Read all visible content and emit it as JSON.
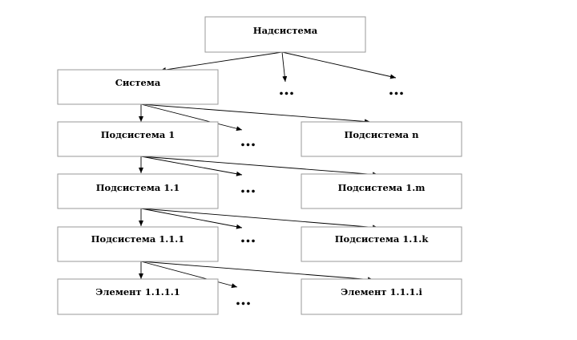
{
  "nodes": {
    "top": "Надсистема",
    "system": "Система",
    "sub1": "Подсистема 1",
    "subn": "Подсистема n",
    "sub11": "Подсистема 1.1",
    "sub1m": "Подсистема 1.m",
    "sub111": "Подсистема 1.1.1",
    "sub11k": "Подсистема 1.1.k",
    "el1111": "Элемент 1.1.1.1",
    "el111i": "Элемент 1.1.1.i"
  },
  "ellipsis": "…"
}
